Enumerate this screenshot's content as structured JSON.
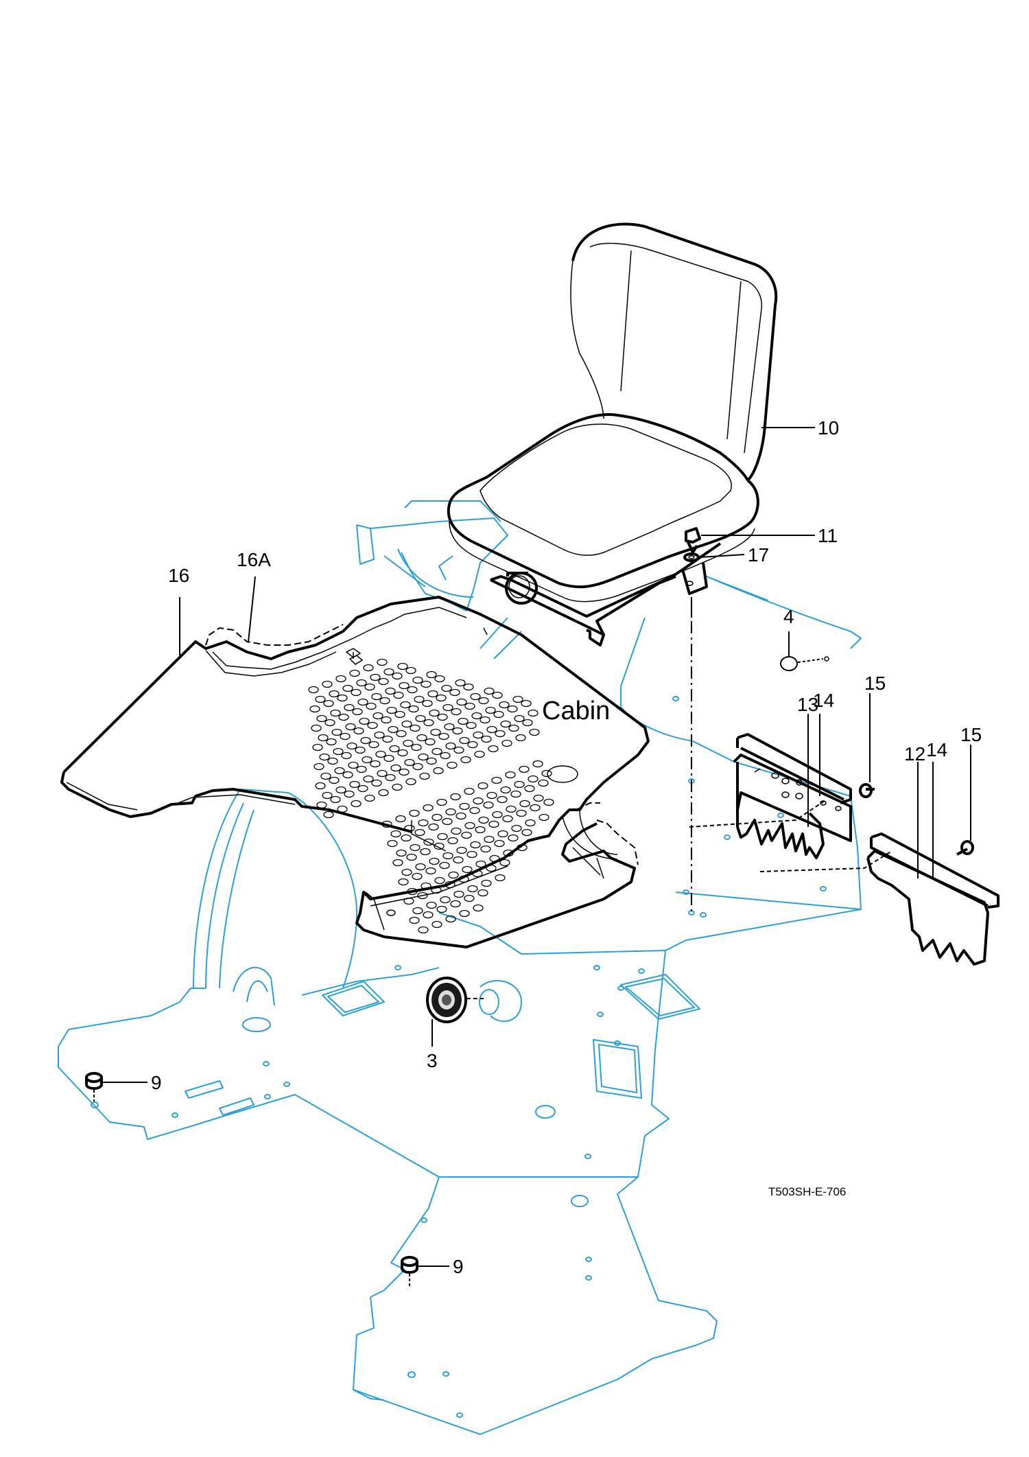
{
  "diagram": {
    "title": "Cabin",
    "drawing_code": "T503SH-E-706",
    "callouts": [
      {
        "id": "c10",
        "text": "10"
      },
      {
        "id": "c11",
        "text": "11"
      },
      {
        "id": "c17",
        "text": "17"
      },
      {
        "id": "c4",
        "text": "4"
      },
      {
        "id": "c16",
        "text": "16"
      },
      {
        "id": "c16a",
        "text": "16A"
      },
      {
        "id": "c15a",
        "text": "15"
      },
      {
        "id": "c14a",
        "text": "14"
      },
      {
        "id": "c13",
        "text": "13"
      },
      {
        "id": "c15b",
        "text": "15"
      },
      {
        "id": "c14b",
        "text": "14"
      },
      {
        "id": "c12",
        "text": "12"
      },
      {
        "id": "c3",
        "text": "3"
      },
      {
        "id": "c9a",
        "text": "9"
      },
      {
        "id": "c9b",
        "text": "9"
      }
    ],
    "colors": {
      "frame": "#2a9fd8",
      "parts": "#000000"
    }
  }
}
